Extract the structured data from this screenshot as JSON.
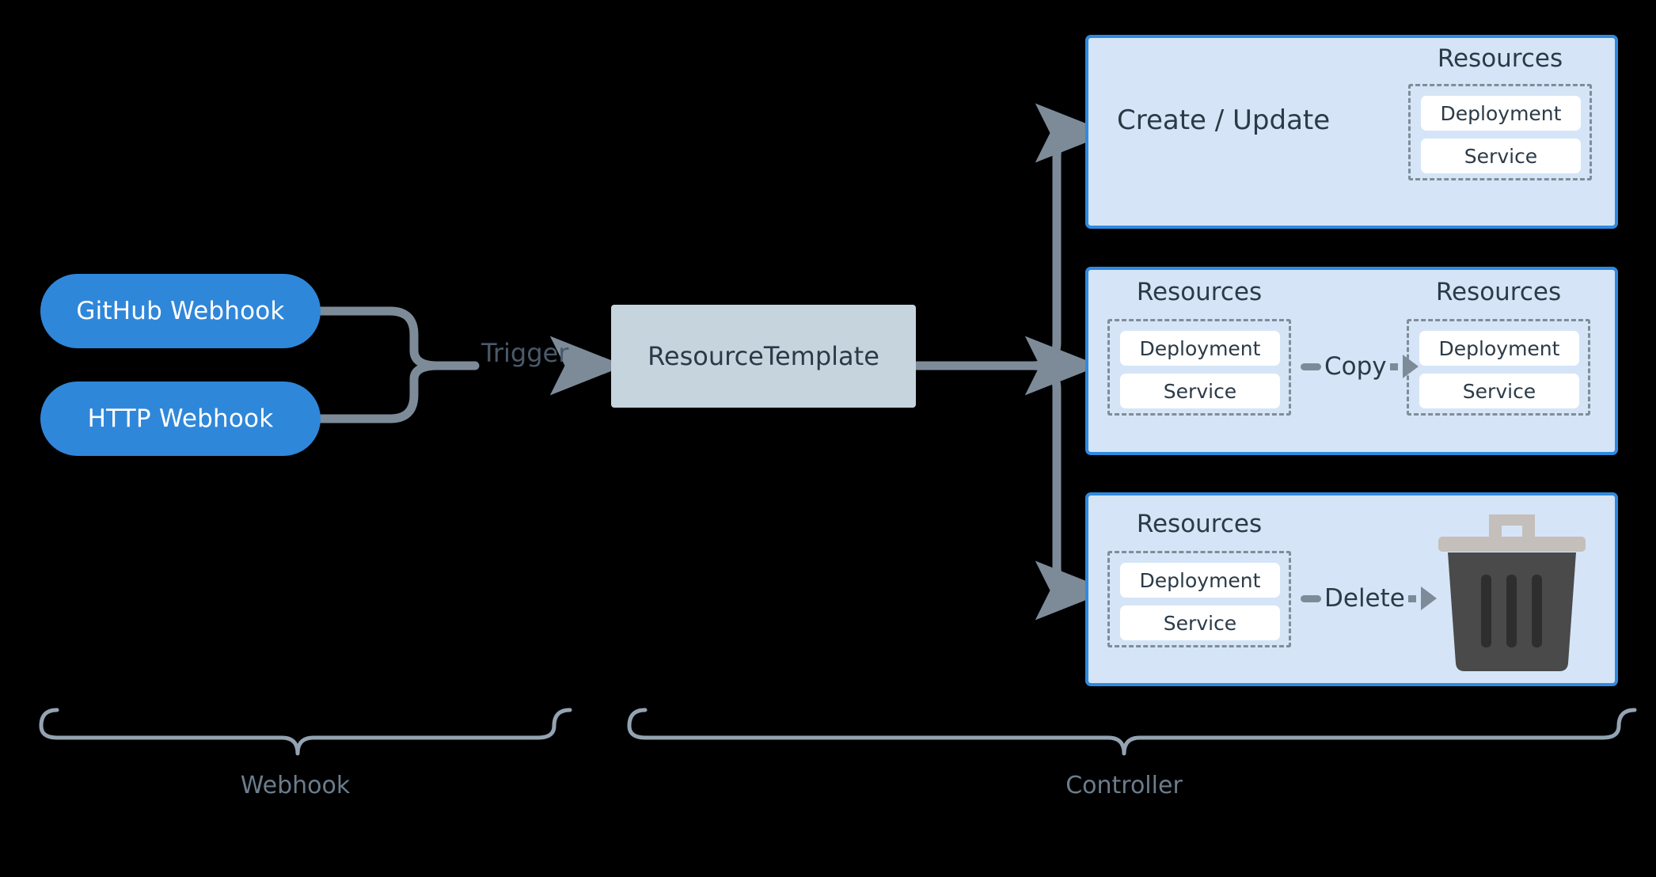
{
  "diagram": {
    "title": "Webhook and Controller resource flow",
    "colors": {
      "background": "#000000",
      "pill_blue": "#2f87da",
      "panel_fill": "#d5e5f7",
      "panel_border": "#2f8ae0",
      "template_fill": "#c6d4de",
      "connector_gray": "#7d8b99",
      "text_dark": "#2b3a47",
      "muted_label": "#6b7d8d",
      "trash_body": "#4a4a4a",
      "trash_lid": "#c4bfba"
    }
  },
  "webhook": {
    "sources": [
      {
        "label": "GitHub Webhook",
        "name": "github-webhook"
      },
      {
        "label": "HTTP Webhook",
        "name": "http-webhook"
      }
    ],
    "trigger_label": "Trigger",
    "group_caption": "Webhook"
  },
  "controller": {
    "template_label": "ResourceTemplate",
    "group_caption": "Controller",
    "panels": [
      {
        "name": "create-update",
        "caption": "Create / Update",
        "groups": [
          {
            "title": "Resources",
            "chips": [
              "Deployment",
              "Service"
            ]
          }
        ],
        "operation": null
      },
      {
        "name": "copy",
        "caption": "",
        "groups": [
          {
            "title": "Resources",
            "chips": [
              "Deployment",
              "Service"
            ]
          },
          {
            "title": "Resources",
            "chips": [
              "Deployment",
              "Service"
            ]
          }
        ],
        "operation": "Copy"
      },
      {
        "name": "delete",
        "caption": "",
        "groups": [
          {
            "title": "Resources",
            "chips": [
              "Deployment",
              "Service"
            ]
          }
        ],
        "operation": "Delete",
        "target_icon": "trash-icon"
      }
    ]
  },
  "icons": {
    "trash": "trash-icon",
    "arrow_right": "arrow-right-icon",
    "brace": "curly-brace-icon"
  }
}
